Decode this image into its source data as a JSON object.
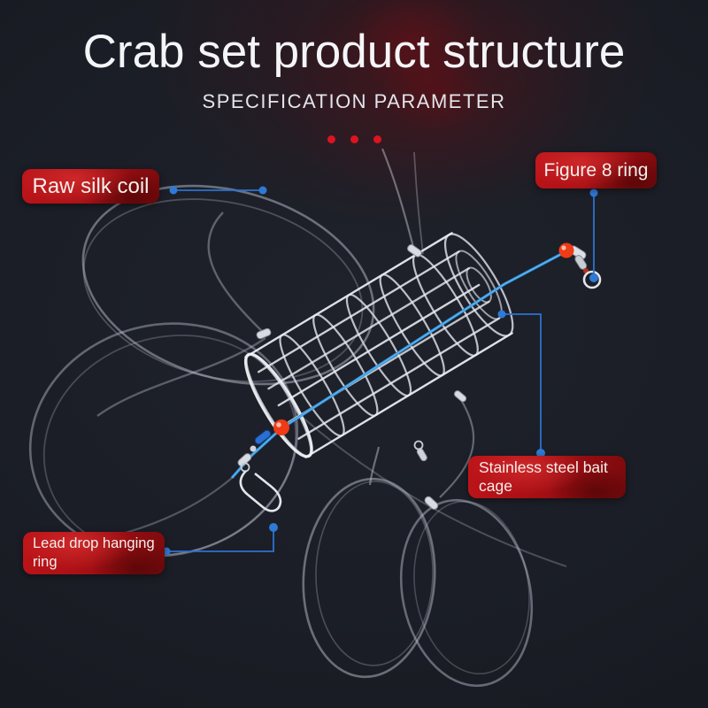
{
  "header": {
    "title": "Crab set product structure",
    "subtitle": "SPECIFICATION PARAMETER",
    "divider_dot_count": 3
  },
  "callouts": [
    {
      "id": "raw-silk-coil",
      "label": "Raw silk coil"
    },
    {
      "id": "figure-8-ring",
      "label": "Figure 8 ring"
    },
    {
      "id": "stainless-steel-bait-cage",
      "label": "Stainless steel bait cage"
    },
    {
      "id": "lead-drop-hanging-ring",
      "label": "Lead drop hanging ring"
    }
  ],
  "illustration": {
    "description": "Crab trap rig: stainless steel wire bait cage threaded on a blue cord with red stop beads, barrel swivels, a figure-8 ring, a snap clip and coiled clear fishing line loops",
    "parts": [
      "raw silk line coils",
      "stainless steel bait cage",
      "blue main cord",
      "red stop beads",
      "figure 8 ring with swivel",
      "lead drop snap swivel"
    ]
  },
  "colors": {
    "background": "#1a1d25",
    "label_red": "#b5121a",
    "label_red_dark": "#7a0a0d",
    "leader_blue": "#2b72d0",
    "cord_blue": "#2f93e0",
    "bead_red": "#ef3b16",
    "divider_dot_red": "#dc1420",
    "wire_silver": "#d8dce4",
    "nylon_line": "#b9bfce",
    "title_white": "#f4f5f8"
  }
}
